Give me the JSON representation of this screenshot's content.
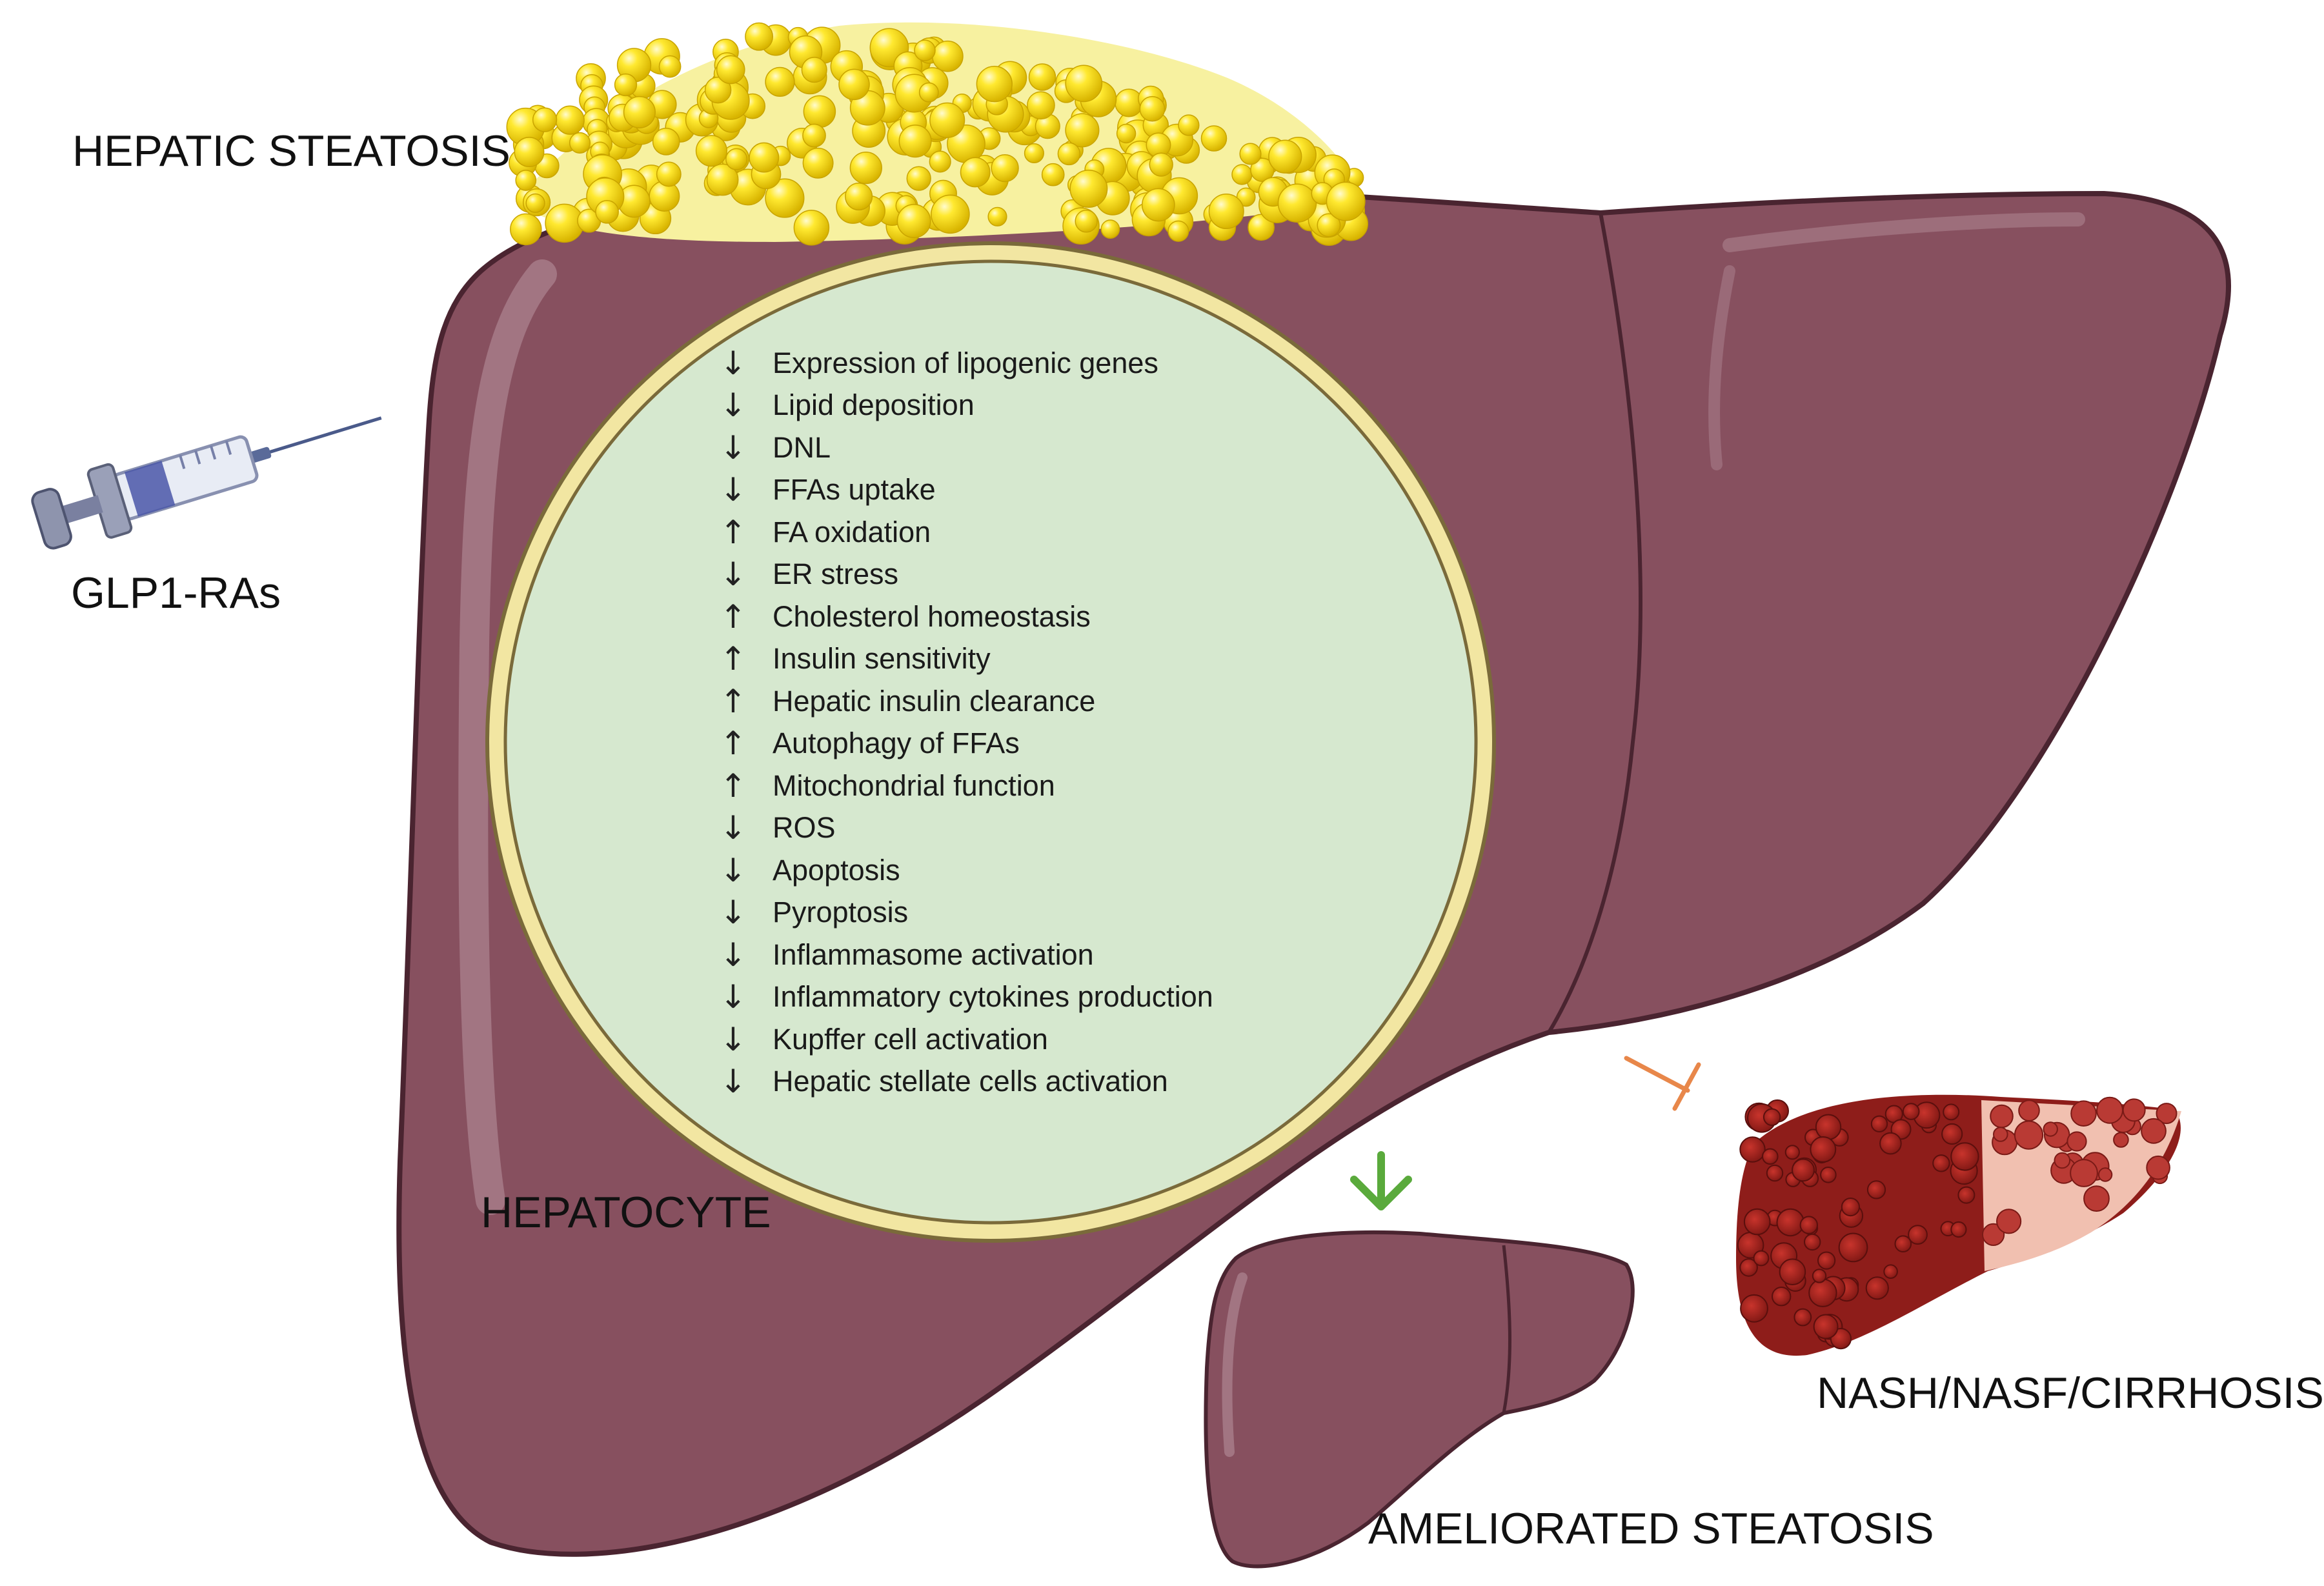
{
  "labels": {
    "hepatic_steatosis": "HEPATIC STEATOSIS",
    "glp1": "GLP1-RAs",
    "hepatocyte": "HEPATOCYTE",
    "ameliorated": "AMELIORATED STEATOSIS",
    "nash": "NASH/NASF/CIRRHOSIS"
  },
  "effects": [
    {
      "arrow": "↓",
      "direction": "down",
      "text": "Expression of lipogenic genes"
    },
    {
      "arrow": "↓",
      "direction": "down",
      "text": "Lipid deposition"
    },
    {
      "arrow": "↓",
      "direction": "down",
      "text": "DNL"
    },
    {
      "arrow": "↓",
      "direction": "down",
      "text": "FFAs uptake"
    },
    {
      "arrow": "↑",
      "direction": "up",
      "text": "FA oxidation"
    },
    {
      "arrow": "↓",
      "direction": "down",
      "text": "ER stress"
    },
    {
      "arrow": "↑",
      "direction": "up",
      "text": "Cholesterol homeostasis"
    },
    {
      "arrow": "↑",
      "direction": "up",
      "text": "Insulin sensitivity"
    },
    {
      "arrow": "↑",
      "direction": "up",
      "text": "Hepatic insulin clearance"
    },
    {
      "arrow": "↑",
      "direction": "up",
      "text": "Autophagy of FFAs"
    },
    {
      "arrow": "↑",
      "direction": "up",
      "text": "Mitochondrial function"
    },
    {
      "arrow": "↓",
      "direction": "down",
      "text": "ROS"
    },
    {
      "arrow": "↓",
      "direction": "down",
      "text": "Apoptosis"
    },
    {
      "arrow": "↓",
      "direction": "down",
      "text": "Pyroptosis"
    },
    {
      "arrow": "↓",
      "direction": "down",
      "text": "Inflammasome activation"
    },
    {
      "arrow": "↓",
      "direction": "down",
      "text": "Inflammatory cytokines production"
    },
    {
      "arrow": "↓",
      "direction": "down",
      "text": "Kupffer cell activation"
    },
    {
      "arrow": "↓",
      "direction": "down",
      "text": "Hepatic stellate cells activation"
    }
  ],
  "colors": {
    "liver": "#87505f",
    "liver_outline": "#4a2430",
    "circle_fill": "#d6e8cf",
    "circle_ring": "#f2e6a2",
    "fat": "#f5d800",
    "cirrhotic": "#9c1d1a",
    "green_arrow": "#5aaa3c",
    "inhibit": "#e8874a"
  }
}
